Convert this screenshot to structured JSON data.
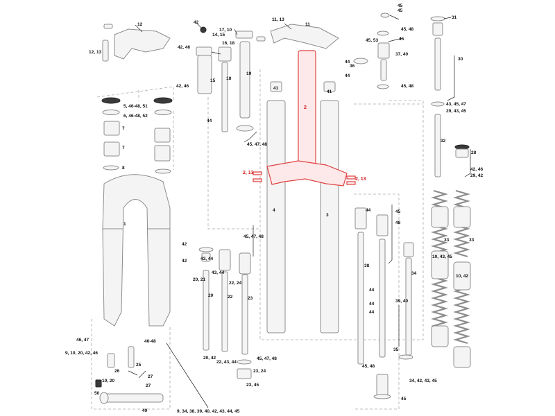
{
  "diagram": {
    "labels": {
      "l1": "1",
      "l2": "2",
      "l2_13a": "2, 13",
      "l2_13b": "2, 13",
      "l3": "3",
      "l4": "4",
      "l5": "5, 46-48, 51",
      "l6": "6, 46-48, 52",
      "l7a": "7",
      "l7b": "7",
      "l8": "8",
      "l9": "9, 10, 20, 42, 46",
      "l9b": "9, 34, 38, 39, 40, 42, 43, 44, 45",
      "l10_20": "10, 20",
      "l10_43_45": "10, 43, 45",
      "l10_42": "10, 42",
      "l11": "11",
      "l11_13": "11, 13",
      "l12": "12",
      "l12_13": "12, 13",
      "l14_15": "14, 15",
      "l15": "15",
      "l16_18": "16, 18",
      "l17_10": "17, 10",
      "l18": "18",
      "l19": "19",
      "l20": "20",
      "l20_21": "20, 21",
      "l20_42": "20, 42",
      "l22": "22",
      "l22_24": "22, 24",
      "l22_43_44": "22, 43, 44",
      "l23": "23",
      "l23_24": "23, 24",
      "l23_45": "23, 45",
      "l25": "25",
      "l26": "26",
      "l27a": "27",
      "l27b": "27",
      "l28": "28",
      "l29_42": "29, 42",
      "l29_43_45": "29, 43, 45",
      "l30": "30",
      "l31": "31",
      "l32": "32",
      "l33a": "33",
      "l33b": "33",
      "l34": "34",
      "l34_42": "34, 42, 43, 45",
      "l35": "35",
      "l36": "36",
      "l37_40": "37, 40",
      "l38": "38",
      "l39_40": "39, 40",
      "l41a": "41",
      "l41b": "41",
      "l42a": "42",
      "l42b": "42",
      "l42c": "42",
      "l42_46": "42, 46",
      "l42_46b": "42, 46",
      "l42_46c": "42, 46",
      "l43_44": "43, 44",
      "l43_44b": "43, 44",
      "l43_45_47": "43, 45, 47",
      "l44a": "44",
      "l44b": "44",
      "l44c": "44",
      "l44d": "44",
      "l44e": "44",
      "l44f": "44",
      "l44g": "44",
      "l45a": "45",
      "l45b": "45",
      "l45c": "45",
      "l45d": "45",
      "l45e": "45",
      "l45_48": "45, 48",
      "l45_48b": "45, 48",
      "l45_48c": "45, 48",
      "l45_53": "45, 53",
      "l45_47_48": "45, 47, 48",
      "l45_47_48b": "45, 47, 48",
      "l45_47_48c": "45, 47, 48",
      "l46_47": "46, 47",
      "l46_48": "46-48",
      "l48": "48",
      "l49": "49",
      "l50": "50"
    }
  }
}
